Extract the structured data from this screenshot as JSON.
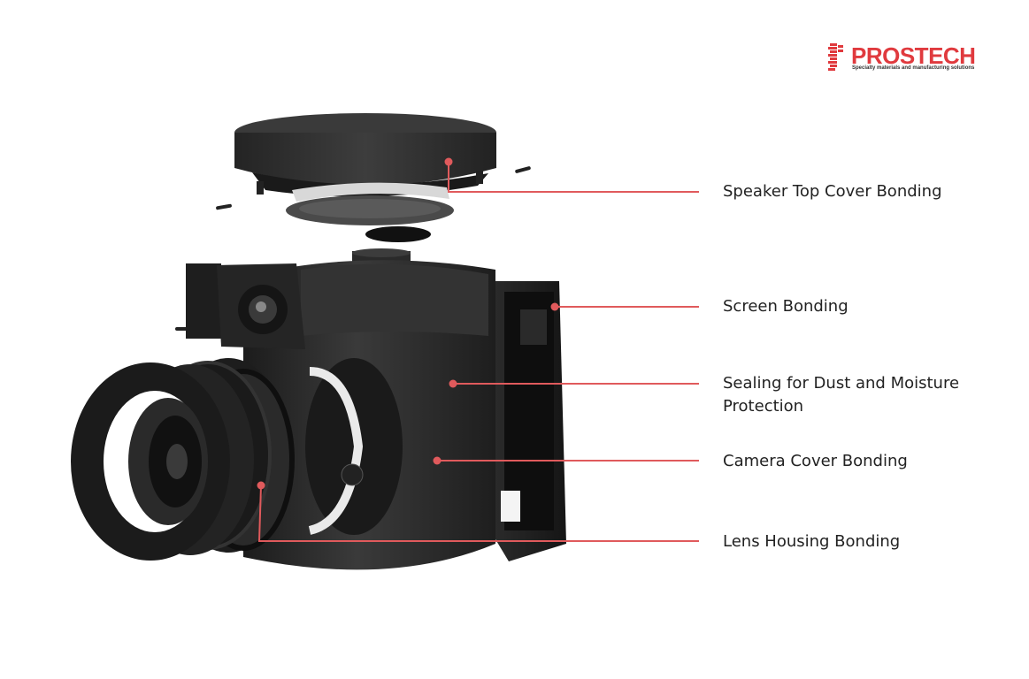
{
  "brand": {
    "name": "PROSTECH",
    "tagline": "Specialty materials and manufacturing solutions",
    "accent_color": "#e03a3e"
  },
  "callouts": [
    {
      "label": "Speaker Top Cover Bonding"
    },
    {
      "label": "Screen Bonding"
    },
    {
      "label": "Sealing for Dust and Moisture Protection"
    },
    {
      "label": "Camera Cover Bonding"
    },
    {
      "label": "Lens Housing Bonding"
    }
  ],
  "colors": {
    "leader_line": "#e05a5c",
    "device_body": "#2b2b2b",
    "device_dark": "#1a1a1a"
  },
  "icons": {
    "logo_mark": "prostech-logo-mark-icon"
  }
}
